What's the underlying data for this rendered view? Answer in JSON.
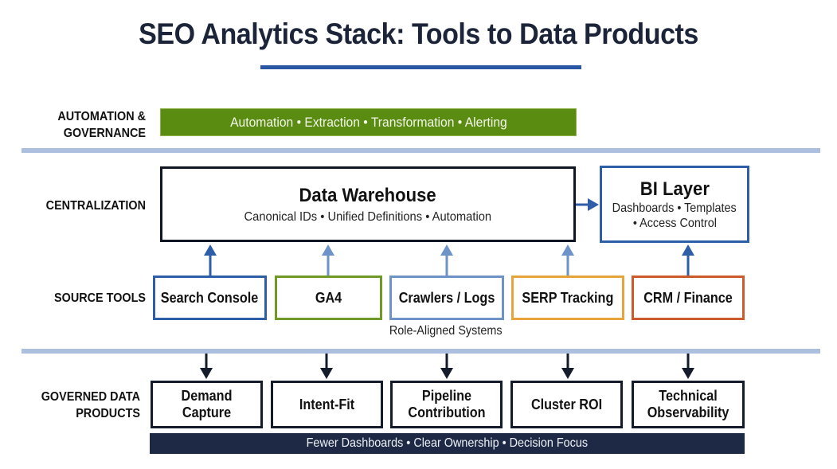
{
  "title": "SEO Analytics Stack: Tools to Data Products",
  "rows": {
    "automation": {
      "label_line1": "AUTOMATION &",
      "label_line2": "GOVERNANCE",
      "bar_text": "Automation • Extraction • Transformation • Alerting"
    },
    "centralization": {
      "label": "CENTRALIZATION"
    },
    "source_tools": {
      "label": "SOURCE TOOLS"
    },
    "products": {
      "label_line1": "GOVERNED DATA",
      "label_line2": "PRODUCTS"
    }
  },
  "warehouse": {
    "title": "Data Warehouse",
    "subtitle": "Canonical IDs • Unified Definitions • Automation"
  },
  "bi_layer": {
    "title": "BI Layer",
    "subtitle_line1": "Dashboards • Templates",
    "subtitle_line2": "• Access Control"
  },
  "sources": [
    {
      "label": "Search Console",
      "color": "#2f5ea8"
    },
    {
      "label": "GA4",
      "color": "#6f9a25"
    },
    {
      "label": "Crawlers / Logs",
      "color": "#6e93c8"
    },
    {
      "label": "SERP Tracking",
      "color": "#e6a43a"
    },
    {
      "label": "CRM / Finance",
      "color": "#cc5a2b"
    }
  ],
  "sources_caption": "Role-Aligned Systems",
  "products": [
    {
      "line1": "Demand",
      "line2": "Capture"
    },
    {
      "line1": "Intent-Fit",
      "line2": ""
    },
    {
      "line1": "Pipeline",
      "line2": "Contribution"
    },
    {
      "line1": "Cluster ROI",
      "line2": ""
    },
    {
      "line1": "Technical",
      "line2": "Observability"
    }
  ],
  "footer_bar": "Fewer Dashboards • Clear Ownership • Decision Focus",
  "colors": {
    "title": "#1b2438",
    "accent_blue": "#2a56a6",
    "automation_green": "#5b8c12",
    "divider": "#adbfdf",
    "navy": "#1e2a45"
  }
}
